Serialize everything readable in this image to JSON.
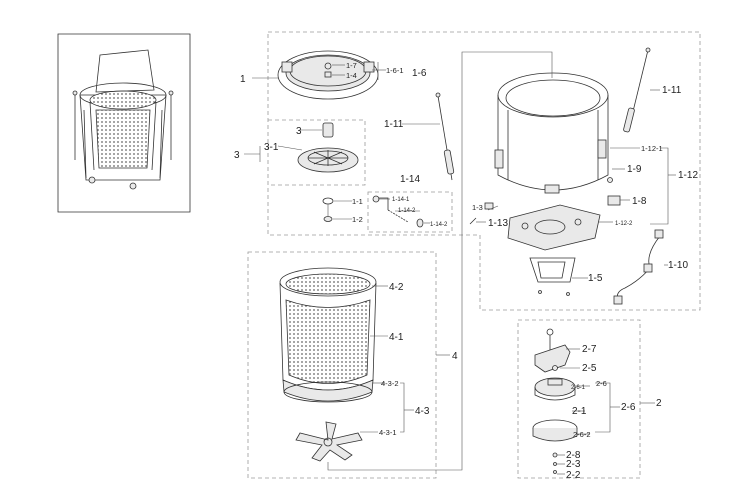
{
  "labels": {
    "l1": "1",
    "l1_1": "1-1",
    "l1_2": "1-2",
    "l1_3": "1-3",
    "l1_4": "1-4",
    "l1_6": "1-6",
    "l1_6_1": "1-6-1",
    "l1_7": "1-7",
    "l1_8": "1-8",
    "l1_9": "1-9",
    "l1_10": "1-10",
    "l1_11a": "1-11",
    "l1_11b": "1-11",
    "l1_12": "1-12",
    "l1_12_1": "1-12-1",
    "l1_12_2": "1-12-2",
    "l1_13": "1-13",
    "l1_14": "1-14",
    "l1_14_1": "1-14-1",
    "l1_14_2a": "1-14-2",
    "l1_14_2b": "1-14-2",
    "l1_5": "1-5",
    "l2": "2",
    "l2_1": "2-1",
    "l2_2": "2-2",
    "l2_3": "2-3",
    "l2_5": "2-5",
    "l2_6": "2-6",
    "l2_6b": "2-6",
    "l2_6_1": "2-6-1",
    "l2_6_2": "2-6-2",
    "l2_7": "2-7",
    "l2_8": "2-8",
    "l3a": "3",
    "l3b": "3",
    "l3_1": "3-1",
    "l4": "4",
    "l4_1": "4-1",
    "l4_2": "4-2",
    "l4_3": "4-3",
    "l4_3_1": "4-3-1",
    "l4_3_2": "4-3-2"
  },
  "colors": {
    "line": "#333333",
    "dash": "#9a9a9a",
    "fill": "#e9e9e9"
  }
}
